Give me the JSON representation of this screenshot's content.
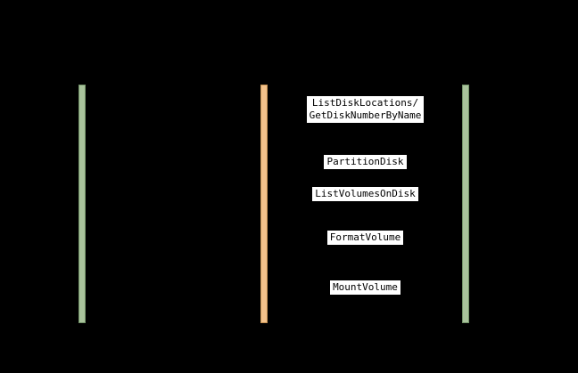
{
  "colors": {
    "background": "#000000",
    "lifeline_green": "#a9c39c",
    "lifeline_green_border": "#74946a",
    "lifeline_orange": "#f3c28b",
    "lifeline_orange_border": "#c79454",
    "label_bg": "#ffffff",
    "label_text": "#000000"
  },
  "messages": [
    {
      "label": "ListDiskLocations/\nGetDiskNumberByName"
    },
    {
      "label": "PartitionDisk"
    },
    {
      "label": "ListVolumesOnDisk"
    },
    {
      "label": "FormatVolume"
    },
    {
      "label": "MountVolume"
    }
  ]
}
